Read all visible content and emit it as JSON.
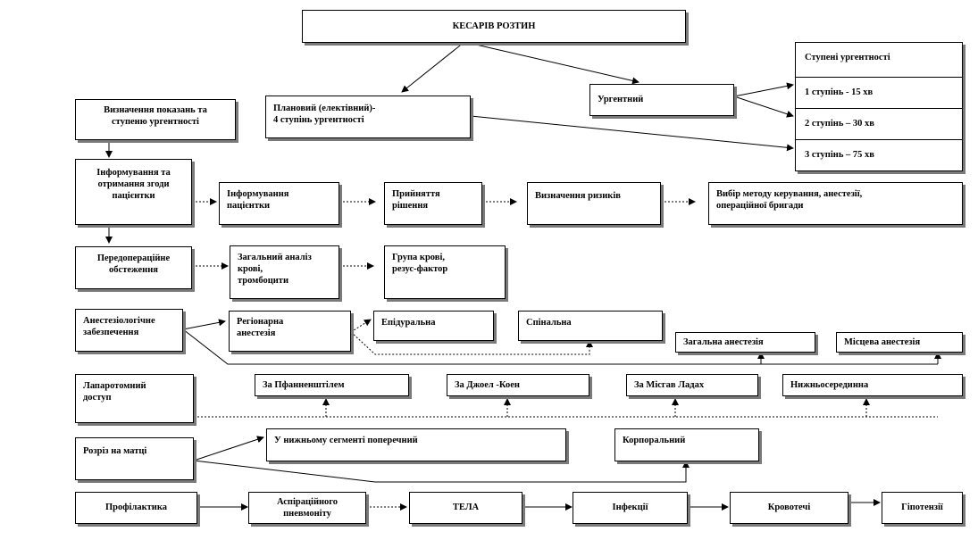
{
  "title": "КЕСАРІВ  РОЗТИН",
  "urgency": {
    "planned": "Плановий  (електівний)-\n4 ступінь ургентності",
    "urgent": "Ургентний",
    "degrees_title": "Ступені  ургентності",
    "degrees": [
      "1 ступінь  - 15 хв",
      "2 ступінь  – 30 хв",
      "3 ступінь  – 75 хв"
    ]
  },
  "steps": {
    "indications": "Визначення показань та\nступеню ургентності",
    "consent": "Інформування та\nотримання згоди\nпацієнтки",
    "inform": "Інформування\nпацієнтки",
    "decision": "Прийняття\nрішення",
    "risks": "Визначення ризиків",
    "choice": "Вибір  методу керування, анестезії,\nопераційної бригади",
    "preop": "Передопераційне\nобстеження",
    "blood": "Загальний   аналіз\nкрові,\nтромбоцити",
    "group": "Група крові,\nрезус-фактор",
    "anesth": "Анестезіологічне\nзабезпечення",
    "regional": "Регіонарна\nанестезія",
    "epidural": "Епідуральна",
    "spinal": "Спінальна",
    "general": "Загальна анестезія",
    "local": "Місцева анестезія",
    "lap": "Лапаротомний\nдоступ",
    "pfann": "За Пфанненштілем",
    "joel": "За Джоел -Коен",
    "misgav": "За Місгав Ладах",
    "lower_mid": "Нижньосерединна",
    "incision": "Розріз на матці",
    "transverse": "У нижньому сегменті поперечний",
    "corporal": "Корпоральний",
    "prevention": "Профілактика",
    "aspiration": "Аспіраційного\nпневмоніту",
    "tela": "ТЕЛА",
    "infection": "Інфекції",
    "bleeding": "Кровотечі",
    "hypotension": "Гіпотензії"
  }
}
